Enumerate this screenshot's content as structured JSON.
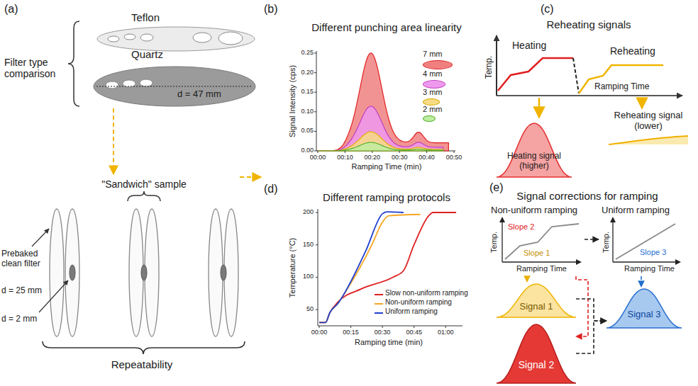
{
  "diagram": {
    "nodes": [
      {
        "text": [
          "Teflon"
        ]
      },
      {
        "text": [
          "Quartz",
          "d = 47 mm"
        ]
      },
      {
        "text": [
          "Heating signal (higher)"
        ]
      },
      {
        "text": [
          "Reheating signal (lower)"
        ]
      },
      {
        "text": [
          "Non-uniform ramping",
          "Temp.",
          "Ramping Time",
          "Slope 1",
          "Slope 2"
        ]
      },
      {
        "text": [
          "Uniform ramping",
          "Temp.",
          "Ramping Time",
          "Slope 3"
        ]
      },
      {
        "text": [
          "Signal 1"
        ]
      },
      {
        "text": [
          "Signal 2"
        ]
      },
      {
        "text": [
          "Signal 3"
        ]
      }
    ],
    "edges": [
      {
        "from": 4,
        "to": 5,
        "arrow": "to"
      },
      {
        "from": 4,
        "to": 6,
        "arrow": "to"
      },
      {
        "from": 4,
        "to": 7,
        "arrow": "to"
      },
      {
        "from": 5,
        "to": 8,
        "arrow": "to"
      },
      {
        "from": 6,
        "to": 8,
        "arrow": "to"
      },
      {
        "from": 7,
        "to": 8,
        "arrow": "to"
      }
    ],
    "labels": [
      "(a)",
      "Filter type comparison",
      "\"Sandwich\" sample",
      "Prebaked clean filter",
      "d = 25 mm",
      "d = 2 mm",
      "Repeatability",
      "(b)",
      "Different punching area linearity",
      "Signal Intensity (cps)",
      "0.25",
      "0.20",
      "0.15",
      "0.10",
      "0.05",
      "0.00",
      "00:00",
      "00:10",
      "00:20",
      "00:30",
      "00:40",
      "00:50",
      "Ramping Time (min)",
      "(c)",
      "Reheating signals",
      "Heating",
      "Reheating",
      "Temp.",
      "Ramping Time",
      "(d)",
      "Different ramping protocols",
      "Temperature (°C)",
      "200",
      "150",
      "100",
      "50",
      "00:00",
      "00:15",
      "00:30",
      "00:45",
      "01:00",
      "Ramping time (min)",
      "(e)",
      "Signal corrections for ramping"
    ],
    "legend": [
      {
        "text": "7 mm",
        "color": "#f08080"
      },
      {
        "text": "4 mm",
        "color": "#ee99ee"
      },
      {
        "text": "3 mm",
        "color": "#f7dc84"
      },
      {
        "text": "2 mm",
        "color": "#bfeea0"
      },
      {
        "text": "Slow non-uniform ramping"
      },
      {
        "text": "Non-uniform ramping"
      },
      {
        "text": "Uniform ramping"
      }
    ]
  }
}
